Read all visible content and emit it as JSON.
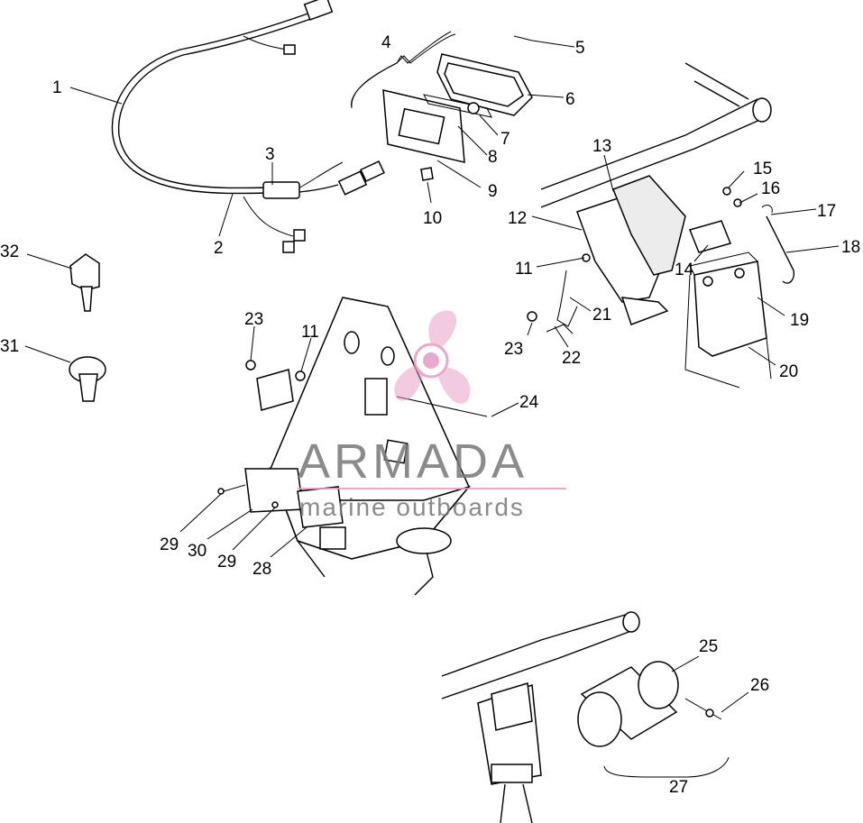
{
  "diagram": {
    "background": "#ffffff",
    "ink_color": "#000000",
    "watermark": {
      "brand": "ARMADA",
      "tagline": "marine outboards",
      "text_color": "#777777",
      "logo_color": "#e79ac4"
    },
    "callouts": {
      "c1": "1",
      "c2": "2",
      "c3": "3",
      "c4": "4",
      "c5": "5",
      "c6": "6",
      "c7": "7",
      "c8": "8",
      "c9": "9",
      "c10": "10",
      "c11a": "11",
      "c11b": "11",
      "c12": "12",
      "c13": "13",
      "c14": "14",
      "c15": "15",
      "c16": "16",
      "c17": "17",
      "c18": "18",
      "c19": "19",
      "c20": "20",
      "c21": "21",
      "c22": "22",
      "c23a": "23",
      "c23b": "23",
      "c24": "24",
      "c25": "25",
      "c26": "26",
      "c27": "27",
      "c28": "28",
      "c29a": "29",
      "c29b": "29",
      "c30": "30",
      "c31": "31",
      "c32": "32"
    }
  }
}
